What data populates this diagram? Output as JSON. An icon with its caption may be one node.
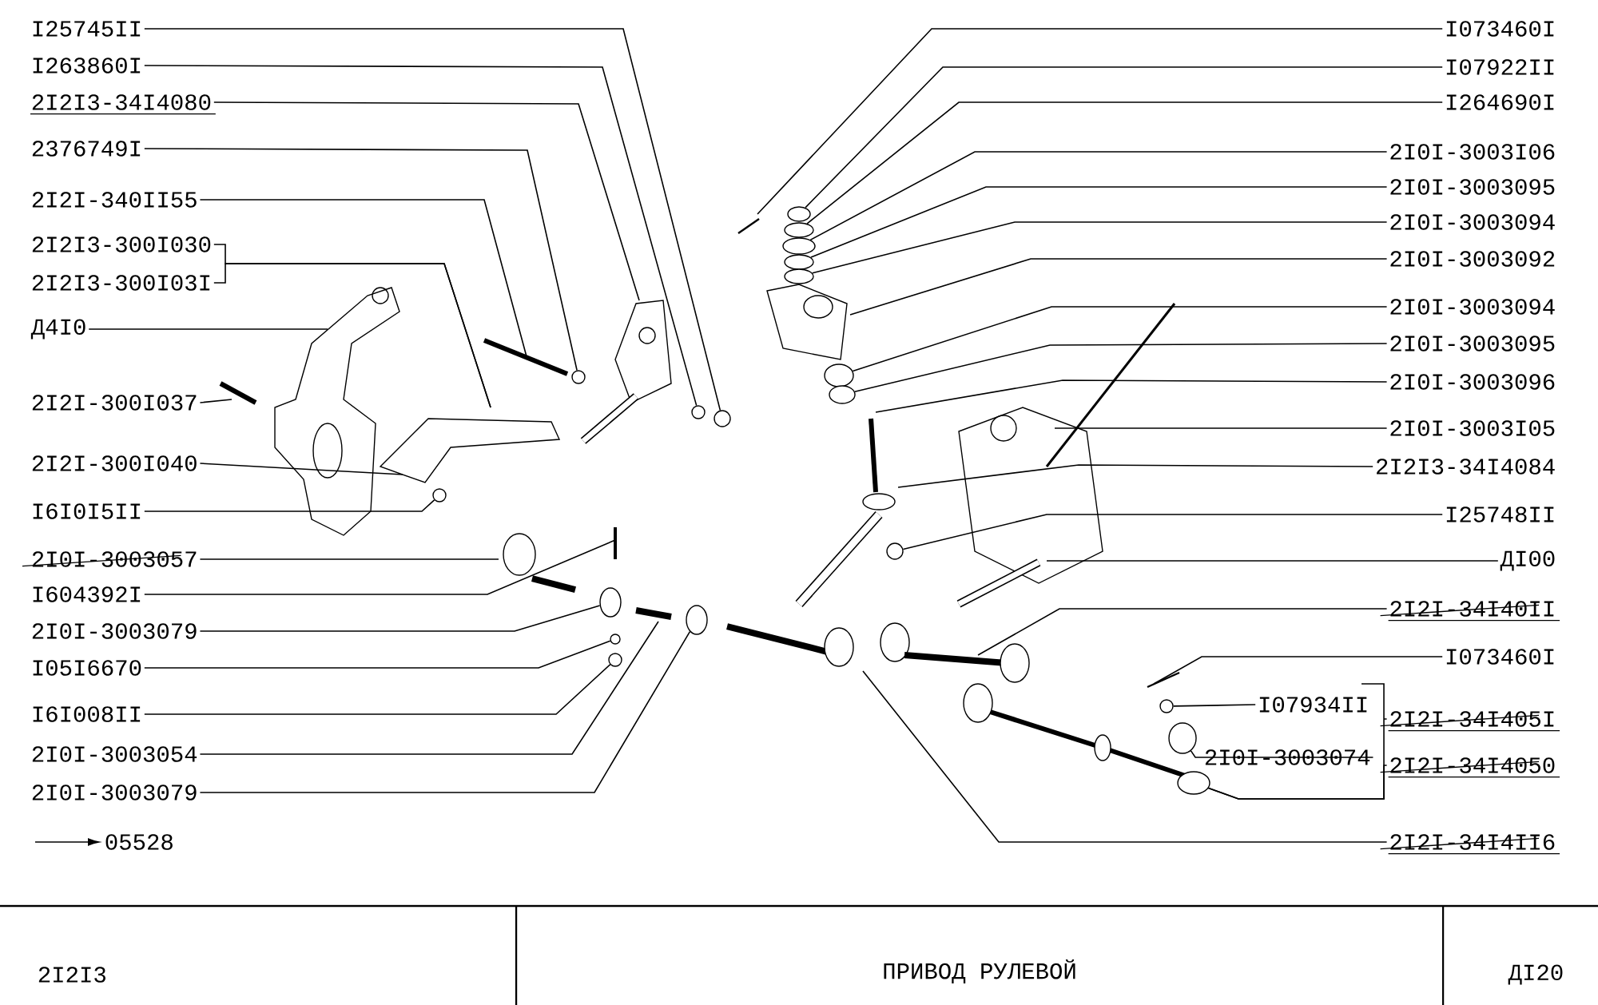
{
  "diagram": {
    "title": "ПРИВОД  РУЛЕВОЙ",
    "nodes": [
      {
        "text": [
          "I25745II"
        ]
      },
      {
        "text": [
          "I263860I"
        ]
      },
      {
        "text": [
          "2I2I3-34I4080"
        ]
      },
      {
        "text": [
          "2376749I"
        ]
      },
      {
        "text": [
          "2I2I-340II55"
        ]
      },
      {
        "text": [
          "2I2I3-300I030"
        ]
      },
      {
        "text": [
          "2I2I3-300I03I"
        ]
      },
      {
        "text": [
          "Д4I0"
        ]
      },
      {
        "text": [
          "2I2I-300I037"
        ]
      },
      {
        "text": [
          "2I2I-300I040"
        ]
      },
      {
        "text": [
          "I6I0I5II"
        ]
      },
      {
        "text": [
          "2I0I-3003057"
        ]
      },
      {
        "text": [
          "I604392I"
        ]
      },
      {
        "text": [
          "2I0I-3003079"
        ]
      },
      {
        "text": [
          "I05I6670"
        ]
      },
      {
        "text": [
          "I6I008II"
        ]
      },
      {
        "text": [
          "2I0I-3003054"
        ]
      },
      {
        "text": [
          "2I0I-3003079"
        ]
      },
      {
        "text": [
          "I073460I"
        ]
      },
      {
        "text": [
          "I07922II"
        ]
      },
      {
        "text": [
          "I264690I"
        ]
      },
      {
        "text": [
          "2I0I-3003I06"
        ]
      },
      {
        "text": [
          "2I0I-3003095"
        ]
      },
      {
        "text": [
          "2I0I-3003094"
        ]
      },
      {
        "text": [
          "2I0I-3003092"
        ]
      },
      {
        "text": [
          "2I0I-3003094"
        ]
      },
      {
        "text": [
          "2I0I-3003095"
        ]
      },
      {
        "text": [
          "2I0I-3003096"
        ]
      },
      {
        "text": [
          "2I0I-3003I05"
        ]
      },
      {
        "text": [
          "2I2I3-34I4084"
        ]
      },
      {
        "text": [
          "I25748II"
        ]
      },
      {
        "text": [
          "ДI00"
        ]
      },
      {
        "text": [
          "2I2I-34I40II"
        ]
      },
      {
        "text": [
          "I073460I"
        ]
      },
      {
        "text": [
          "I07934II"
        ]
      },
      {
        "text": [
          "2I0I-3003074"
        ]
      },
      {
        "text": [
          "2I2I-34I405I"
        ]
      },
      {
        "text": [
          "2I2I-34I4050"
        ]
      },
      {
        "text": [
          "2I2I-34I4II6"
        ]
      },
      {
        "text": [],
        "shape": "circle"
      },
      {
        "text": [],
        "shape": "circle"
      },
      {
        "text": [],
        "shape": "circle"
      },
      {
        "text": [],
        "shape": "circle"
      },
      {
        "text": [],
        "shape": "circle"
      },
      {
        "text": [],
        "shape": "circle"
      },
      {
        "text": [],
        "shape": "circle"
      },
      {
        "text": [],
        "shape": "circle"
      },
      {
        "text": [],
        "shape": "circle"
      },
      {
        "text": [],
        "shape": "circle"
      },
      {
        "text": [],
        "shape": "circle"
      },
      {
        "text": [],
        "shape": "circle"
      },
      {
        "text": [],
        "shape": "circle"
      },
      {
        "text": [],
        "shape": "circle"
      },
      {
        "text": [],
        "shape": "circle"
      },
      {
        "text": [],
        "shape": "circle"
      },
      {
        "text": [],
        "shape": "circle"
      },
      {
        "text": [],
        "shape": "circle"
      },
      {
        "text": [],
        "shape": "circle"
      }
    ],
    "edges": [
      {
        "from": 0,
        "to": 39,
        "arrow": "none"
      },
      {
        "from": 1,
        "to": 40,
        "arrow": "none"
      },
      {
        "from": 2,
        "to": null,
        "arrow": "none"
      },
      {
        "from": 3,
        "to": 41,
        "arrow": "none"
      },
      {
        "from": 4,
        "to": null,
        "arrow": "none"
      },
      {
        "from": 5,
        "to": null,
        "arrow": "none"
      },
      {
        "from": 6,
        "to": null,
        "arrow": "none"
      },
      {
        "from": 7,
        "to": null,
        "arrow": "none"
      },
      {
        "from": 8,
        "to": null,
        "arrow": "none"
      },
      {
        "from": 9,
        "to": null,
        "arrow": "none"
      },
      {
        "from": 10,
        "to": 42,
        "arrow": "none"
      },
      {
        "from": 11,
        "to": null,
        "arrow": "none"
      },
      {
        "from": 12,
        "to": null,
        "arrow": "none"
      },
      {
        "from": 13,
        "to": 43,
        "arrow": "none"
      },
      {
        "from": 14,
        "to": 44,
        "arrow": "none"
      },
      {
        "from": 15,
        "to": 45,
        "arrow": "none"
      },
      {
        "from": 16,
        "to": null,
        "arrow": "none"
      },
      {
        "from": 17,
        "to": 46,
        "arrow": "none"
      },
      {
        "from": 18,
        "to": null,
        "arrow": "none"
      },
      {
        "from": 19,
        "to": 47,
        "arrow": "none"
      },
      {
        "from": 20,
        "to": 48,
        "arrow": "none"
      },
      {
        "from": 21,
        "to": 49,
        "arrow": "none"
      },
      {
        "from": 22,
        "to": 50,
        "arrow": "none"
      },
      {
        "from": 23,
        "to": 51,
        "arrow": "none"
      },
      {
        "from": 24,
        "to": null,
        "arrow": "none"
      },
      {
        "from": 25,
        "to": 52,
        "arrow": "none"
      },
      {
        "from": 26,
        "to": 53,
        "arrow": "none"
      },
      {
        "from": 27,
        "to": null,
        "arrow": "none"
      },
      {
        "from": 28,
        "to": null,
        "arrow": "none"
      },
      {
        "from": 29,
        "to": null,
        "arrow": "none"
      },
      {
        "from": 30,
        "to": 54,
        "arrow": "none"
      },
      {
        "from": 31,
        "to": null,
        "arrow": "none"
      },
      {
        "from": 32,
        "to": null,
        "arrow": "none"
      },
      {
        "from": 33,
        "to": null,
        "arrow": "none"
      },
      {
        "from": 34,
        "to": 55,
        "arrow": "none"
      },
      {
        "from": 35,
        "to": 56,
        "arrow": "none"
      },
      {
        "from": 36,
        "to": 57,
        "arrow": "none"
      },
      {
        "from": 37,
        "to": 57,
        "arrow": "none"
      },
      {
        "from": 38,
        "to": null,
        "arrow": "none"
      }
    ],
    "labels": [
      "05528",
      "2I2I3",
      "ДI20"
    ]
  }
}
